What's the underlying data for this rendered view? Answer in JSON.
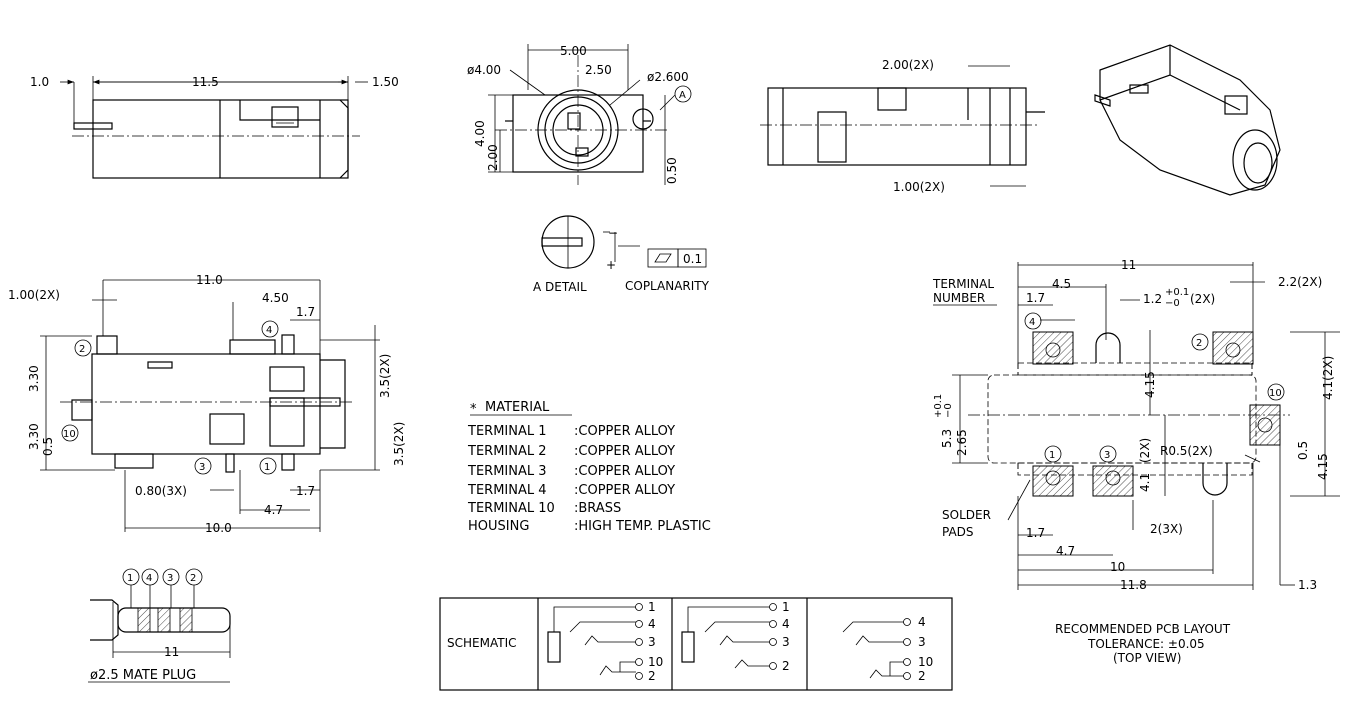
{
  "top_view": {
    "dim_1_0": "1.0",
    "dim_11_5": "11.5",
    "dim_1_50": "1.50"
  },
  "front_view": {
    "dim_5_00": "5.00",
    "dim_phi_4_00": "ø4.00",
    "dim_2_50": "2.50",
    "dim_phi_2_600": "ø2.600",
    "dim_4_00": "4.00",
    "dim_2_00": "2.00",
    "dim_0_50": "0.50",
    "detail_marker": "A"
  },
  "side_view": {
    "dim_2_00_2x": "2.00(2X)",
    "dim_1_00_2x": "1.00(2X)"
  },
  "detail": {
    "minus": "−",
    "plus": "+",
    "flatness_value": "0.1",
    "detail_label": "A DETAIL",
    "coplanarity_label": "COPLANARITY"
  },
  "bottom_view": {
    "dim_1_00_2x": "1.00(2X)",
    "dim_11_0": "11.0",
    "dim_4_50": "4.50",
    "dim_1_7_top": "1.7",
    "dim_3_30_top": "3.30",
    "dim_3_30_bottom": "3.30",
    "dim_0_5": "0.5",
    "dim_3_5_2x_top": "3.5(2X)",
    "dim_3_5_2x_bottom": "3.5(2X)",
    "dim_0_80_3x": "0.80(3X)",
    "dim_1_7_bottom": "1.7",
    "dim_4_7": "4.7",
    "dim_10_0": "10.0",
    "term_2": "2",
    "term_4": "4",
    "term_10": "10",
    "term_3": "3",
    "term_1": "1"
  },
  "material": {
    "title": "MATERIAL",
    "asterisk": "*",
    "rows": [
      {
        "part": "TERMINAL  1",
        "value": ":COPPER  ALLOY"
      },
      {
        "part": "TERMINAL  2",
        "value": ":COPPER  ALLOY"
      },
      {
        "part": "TERMINAL  3",
        "value": ":COPPER  ALLOY"
      },
      {
        "part": "TERMINAL  4",
        "value": ":COPPER  ALLOY"
      },
      {
        "part": "TERMINAL  10",
        "value": ":BRASS"
      },
      {
        "part": "HOUSING",
        "value": ":HIGH  TEMP.  PLASTIC"
      }
    ]
  },
  "plug": {
    "numbers": [
      "1",
      "4",
      "3",
      "2"
    ],
    "dim_11": "11",
    "caption": "ø2.5 MATE PLUG"
  },
  "schematic": {
    "label": "SCHEMATIC",
    "panel1": [
      "1",
      "4",
      "3",
      "10",
      "2"
    ],
    "panel2": [
      "1",
      "4",
      "3",
      "2"
    ],
    "panel3": [
      "4",
      "3",
      "10",
      "2"
    ]
  },
  "pcb": {
    "dim_11": "11",
    "dim_4_5": "4.5",
    "dim_2_2_2x": "2.2(2X)",
    "terminal_number_1": "TERMINAL",
    "terminal_number_2": "NUMBER",
    "dim_1_7_top": "1.7",
    "dim_1_2": "1.2",
    "dim_1_2_tol_up": "+0.1",
    "dim_1_2_tol_dn": "−0",
    "dim_1_2_suffix": "(2X)",
    "dim_4_15_inner": "4.15",
    "dim_4_1_2x": "4.1(2X)",
    "dim_5_3": "5.3",
    "dim_5_3_tol_up": "+0.1",
    "dim_5_3_tol_dn": "−0",
    "dim_2_65": "2.65",
    "dim_2x": "(2X)",
    "dim_4_1_inner": "4.1",
    "radius": "R0.5(2X)",
    "dim_0_5": "0.5",
    "dim_4_15_right": "4.15",
    "solder_1": "SOLDER",
    "solder_2": "PADS",
    "dim_1_7_bottom": "1.7",
    "dim_2_3x": "2(3X)",
    "dim_4_7": "4.7",
    "dim_10": "10",
    "dim_11_8": "11.8",
    "dim_1_3": "1.3",
    "term_4": "4",
    "term_2": "2",
    "term_10": "10",
    "term_1": "1",
    "term_3": "3",
    "caption_1": "RECOMMENDED  PCB  LAYOUT",
    "caption_2": "TOLERANCE: ±0.05",
    "caption_3": "(TOP  VIEW)"
  }
}
